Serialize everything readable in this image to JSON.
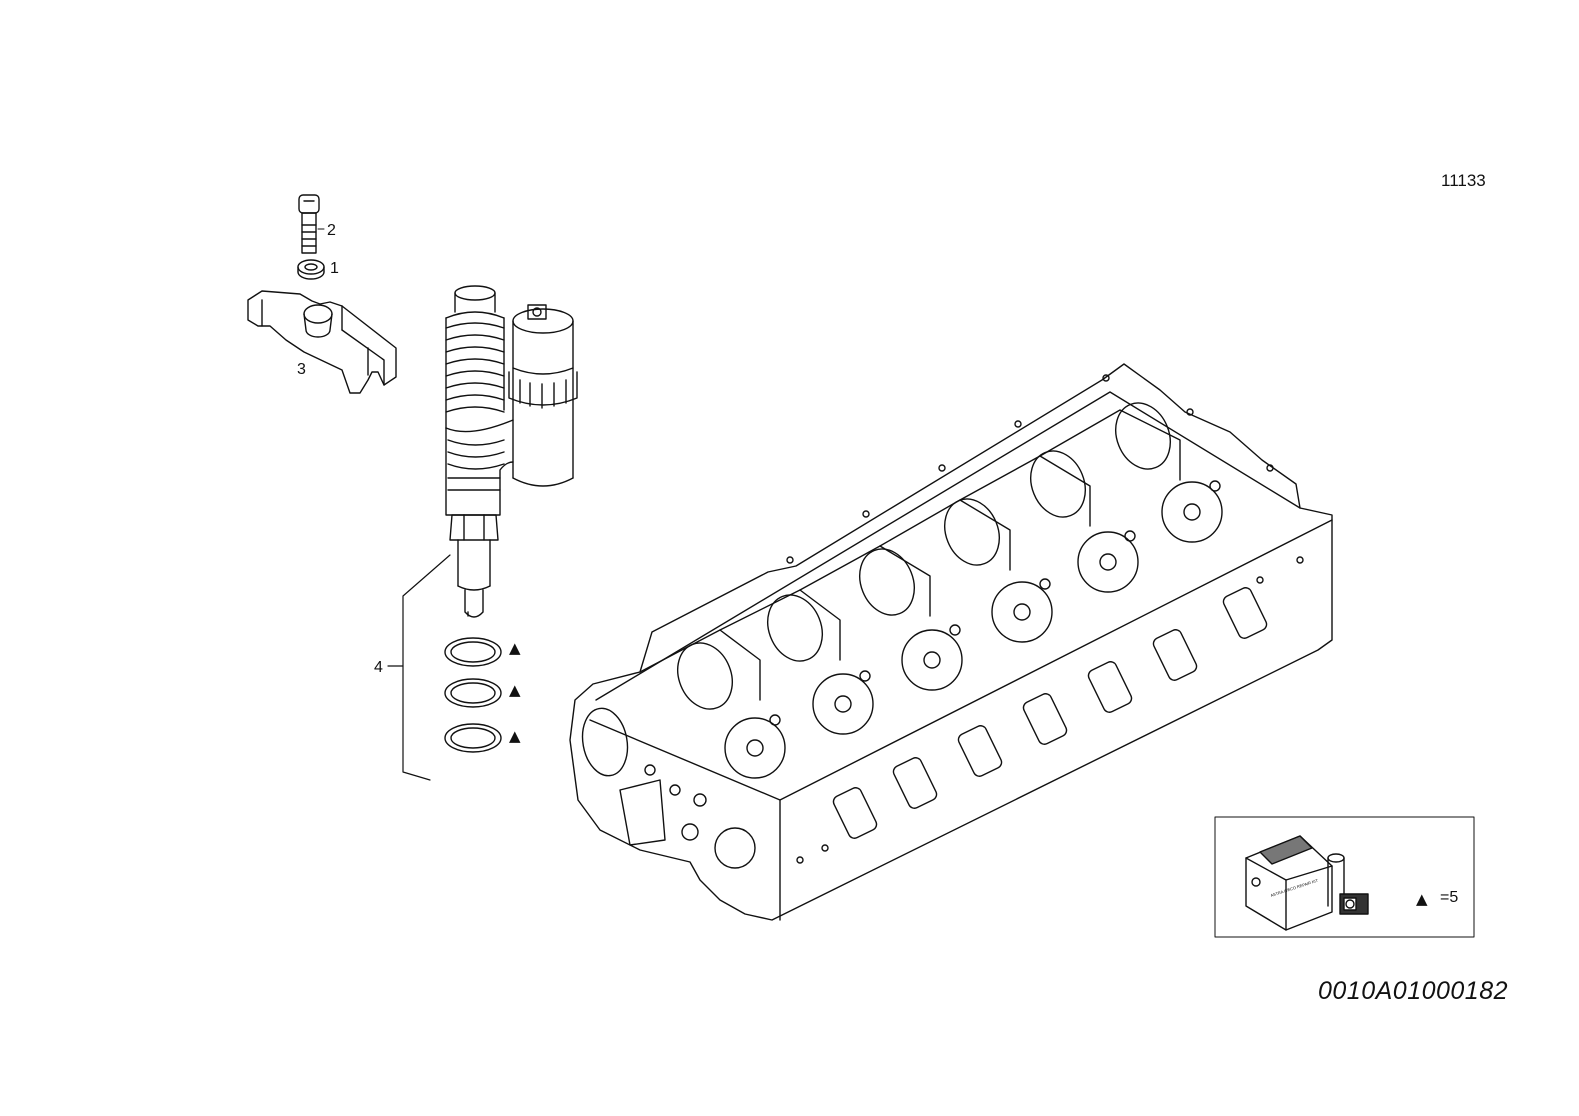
{
  "drawing_ref": "11133",
  "document_number": "0010A01000182",
  "callouts": [
    {
      "id": "1",
      "part": "washer"
    },
    {
      "id": "2",
      "part": "screw"
    },
    {
      "id": "3",
      "part": "clamp"
    },
    {
      "id": "4",
      "part": "unit injector"
    }
  ],
  "seal_markers": [
    "▲",
    "▲",
    "▲"
  ],
  "kit_legend": {
    "symbol": "▲",
    "text": "=5",
    "kit_label": "ASTRA IVECO REPAIR KIT"
  }
}
